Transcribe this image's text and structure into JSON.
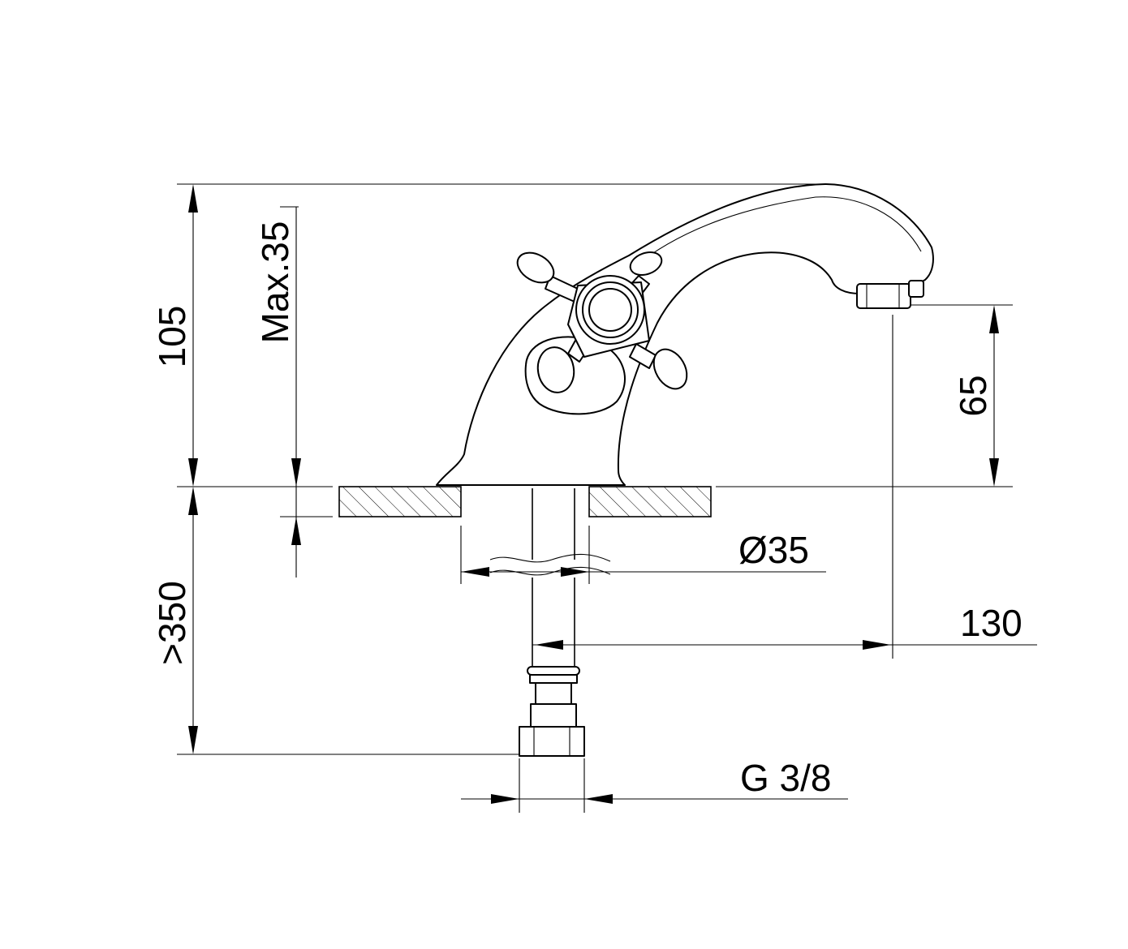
{
  "dimensions": {
    "height_total": "105",
    "max_deck": "Max.35",
    "spout_height": "65",
    "hole_diameter": "Ø35",
    "reach": "130",
    "below_deck": ">350",
    "thread": "G 3/8"
  },
  "colors": {
    "line": "#000000",
    "background": "#ffffff"
  }
}
